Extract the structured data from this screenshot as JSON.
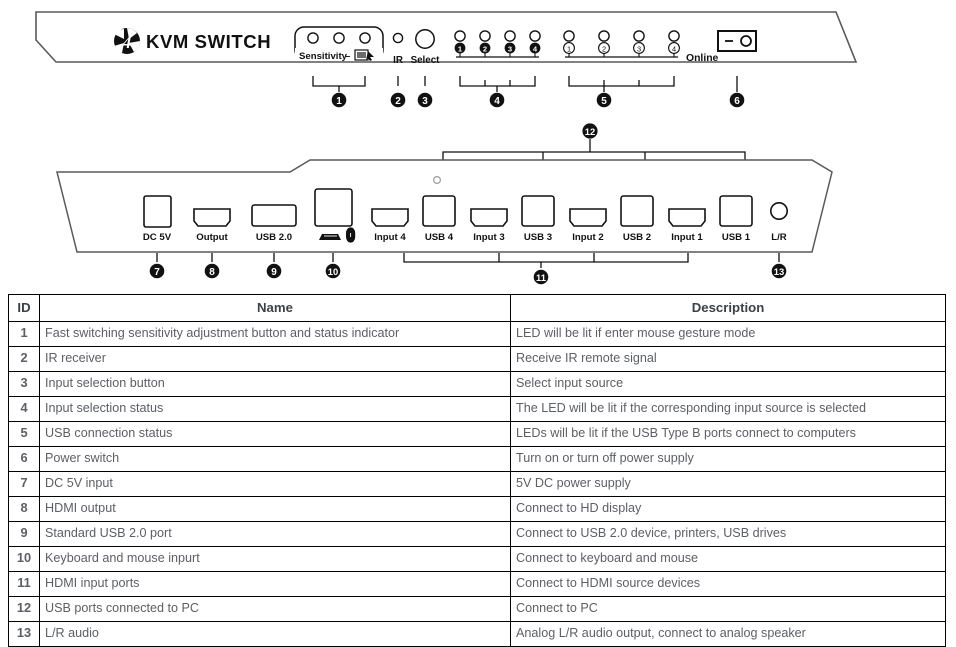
{
  "device": {
    "brand": "KVM SWITCH",
    "logo_digit": "4",
    "front_panel": {
      "sensitivity_label": "Sensitivity",
      "sensitivity_dash": "–",
      "sensitivity_icon": "mouse-gesture-icon",
      "sensitivity_leds": 3,
      "ir_label": "IR",
      "select_label": "Select",
      "input_leds": [
        "❶",
        "❷",
        "❸",
        "❹"
      ],
      "usb_leds": [
        "①",
        "②",
        "③",
        "④"
      ],
      "online_label": "Online",
      "power_switch_marks": [
        "–",
        "○"
      ]
    },
    "rear_panel": {
      "ports": [
        {
          "label": "DC 5V",
          "type": "dc-jack"
        },
        {
          "label": "Output",
          "type": "hdmi"
        },
        {
          "label": "USB 2.0",
          "type": "usb-a"
        },
        {
          "label": "",
          "type": "usb-a-kbm",
          "icons": [
            "keyboard-icon",
            "mouse-icon"
          ]
        },
        {
          "label": "Input 4",
          "type": "hdmi"
        },
        {
          "label": "USB 4",
          "type": "usb-b"
        },
        {
          "label": "Input 3",
          "type": "hdmi"
        },
        {
          "label": "USB 3",
          "type": "usb-b"
        },
        {
          "label": "Input 2",
          "type": "hdmi"
        },
        {
          "label": "USB 2",
          "type": "usb-b"
        },
        {
          "label": "Input 1",
          "type": "hdmi"
        },
        {
          "label": "USB 1",
          "type": "usb-b"
        },
        {
          "label": "L/R",
          "type": "audio-jack"
        }
      ]
    },
    "callouts": [
      "1",
      "2",
      "3",
      "4",
      "5",
      "6",
      "7",
      "8",
      "9",
      "10",
      "11",
      "12",
      "13"
    ]
  },
  "table": {
    "headers": [
      "ID",
      "Name",
      "Description"
    ],
    "rows": [
      {
        "id": "1",
        "name": "Fast switching sensitivity adjustment button and status indicator",
        "desc": "LED will be lit if enter mouse gesture mode"
      },
      {
        "id": "2",
        "name": "IR receiver",
        "desc": "Receive IR remote signal"
      },
      {
        "id": "3",
        "name": "Input selection button",
        "desc": "Select input source"
      },
      {
        "id": "4",
        "name": "Input selection status",
        "desc": "The LED will be lit if the corresponding input source is selected"
      },
      {
        "id": "5",
        "name": "USB connection status",
        "desc": "LEDs will be lit if the USB Type B ports connect to computers"
      },
      {
        "id": "6",
        "name": "Power switch",
        "desc": "Turn on or turn off power supply"
      },
      {
        "id": "7",
        "name": "DC 5V input",
        "desc": "5V DC power supply"
      },
      {
        "id": "8",
        "name": "HDMI output",
        "desc": "Connect to HD display"
      },
      {
        "id": "9",
        "name": "Standard USB 2.0 port",
        "desc": "Connect to USB 2.0 device, printers, USB drives"
      },
      {
        "id": "10",
        "name": "Keyboard and mouse inpurt",
        "desc": "Connect to keyboard and mouse"
      },
      {
        "id": "11",
        "name": "HDMI input ports",
        "desc": "Connect to HDMI source devices"
      },
      {
        "id": "12",
        "name": "USB ports connected to PC",
        "desc": "Connect to PC"
      },
      {
        "id": "13",
        "name": "L/R audio",
        "desc": "Analog L/R audio output, connect to analog speaker"
      }
    ]
  },
  "colors": {
    "outline": "#58595b",
    "text": "#5b5f66",
    "header_text": "#3c4149",
    "border": "#000000"
  }
}
